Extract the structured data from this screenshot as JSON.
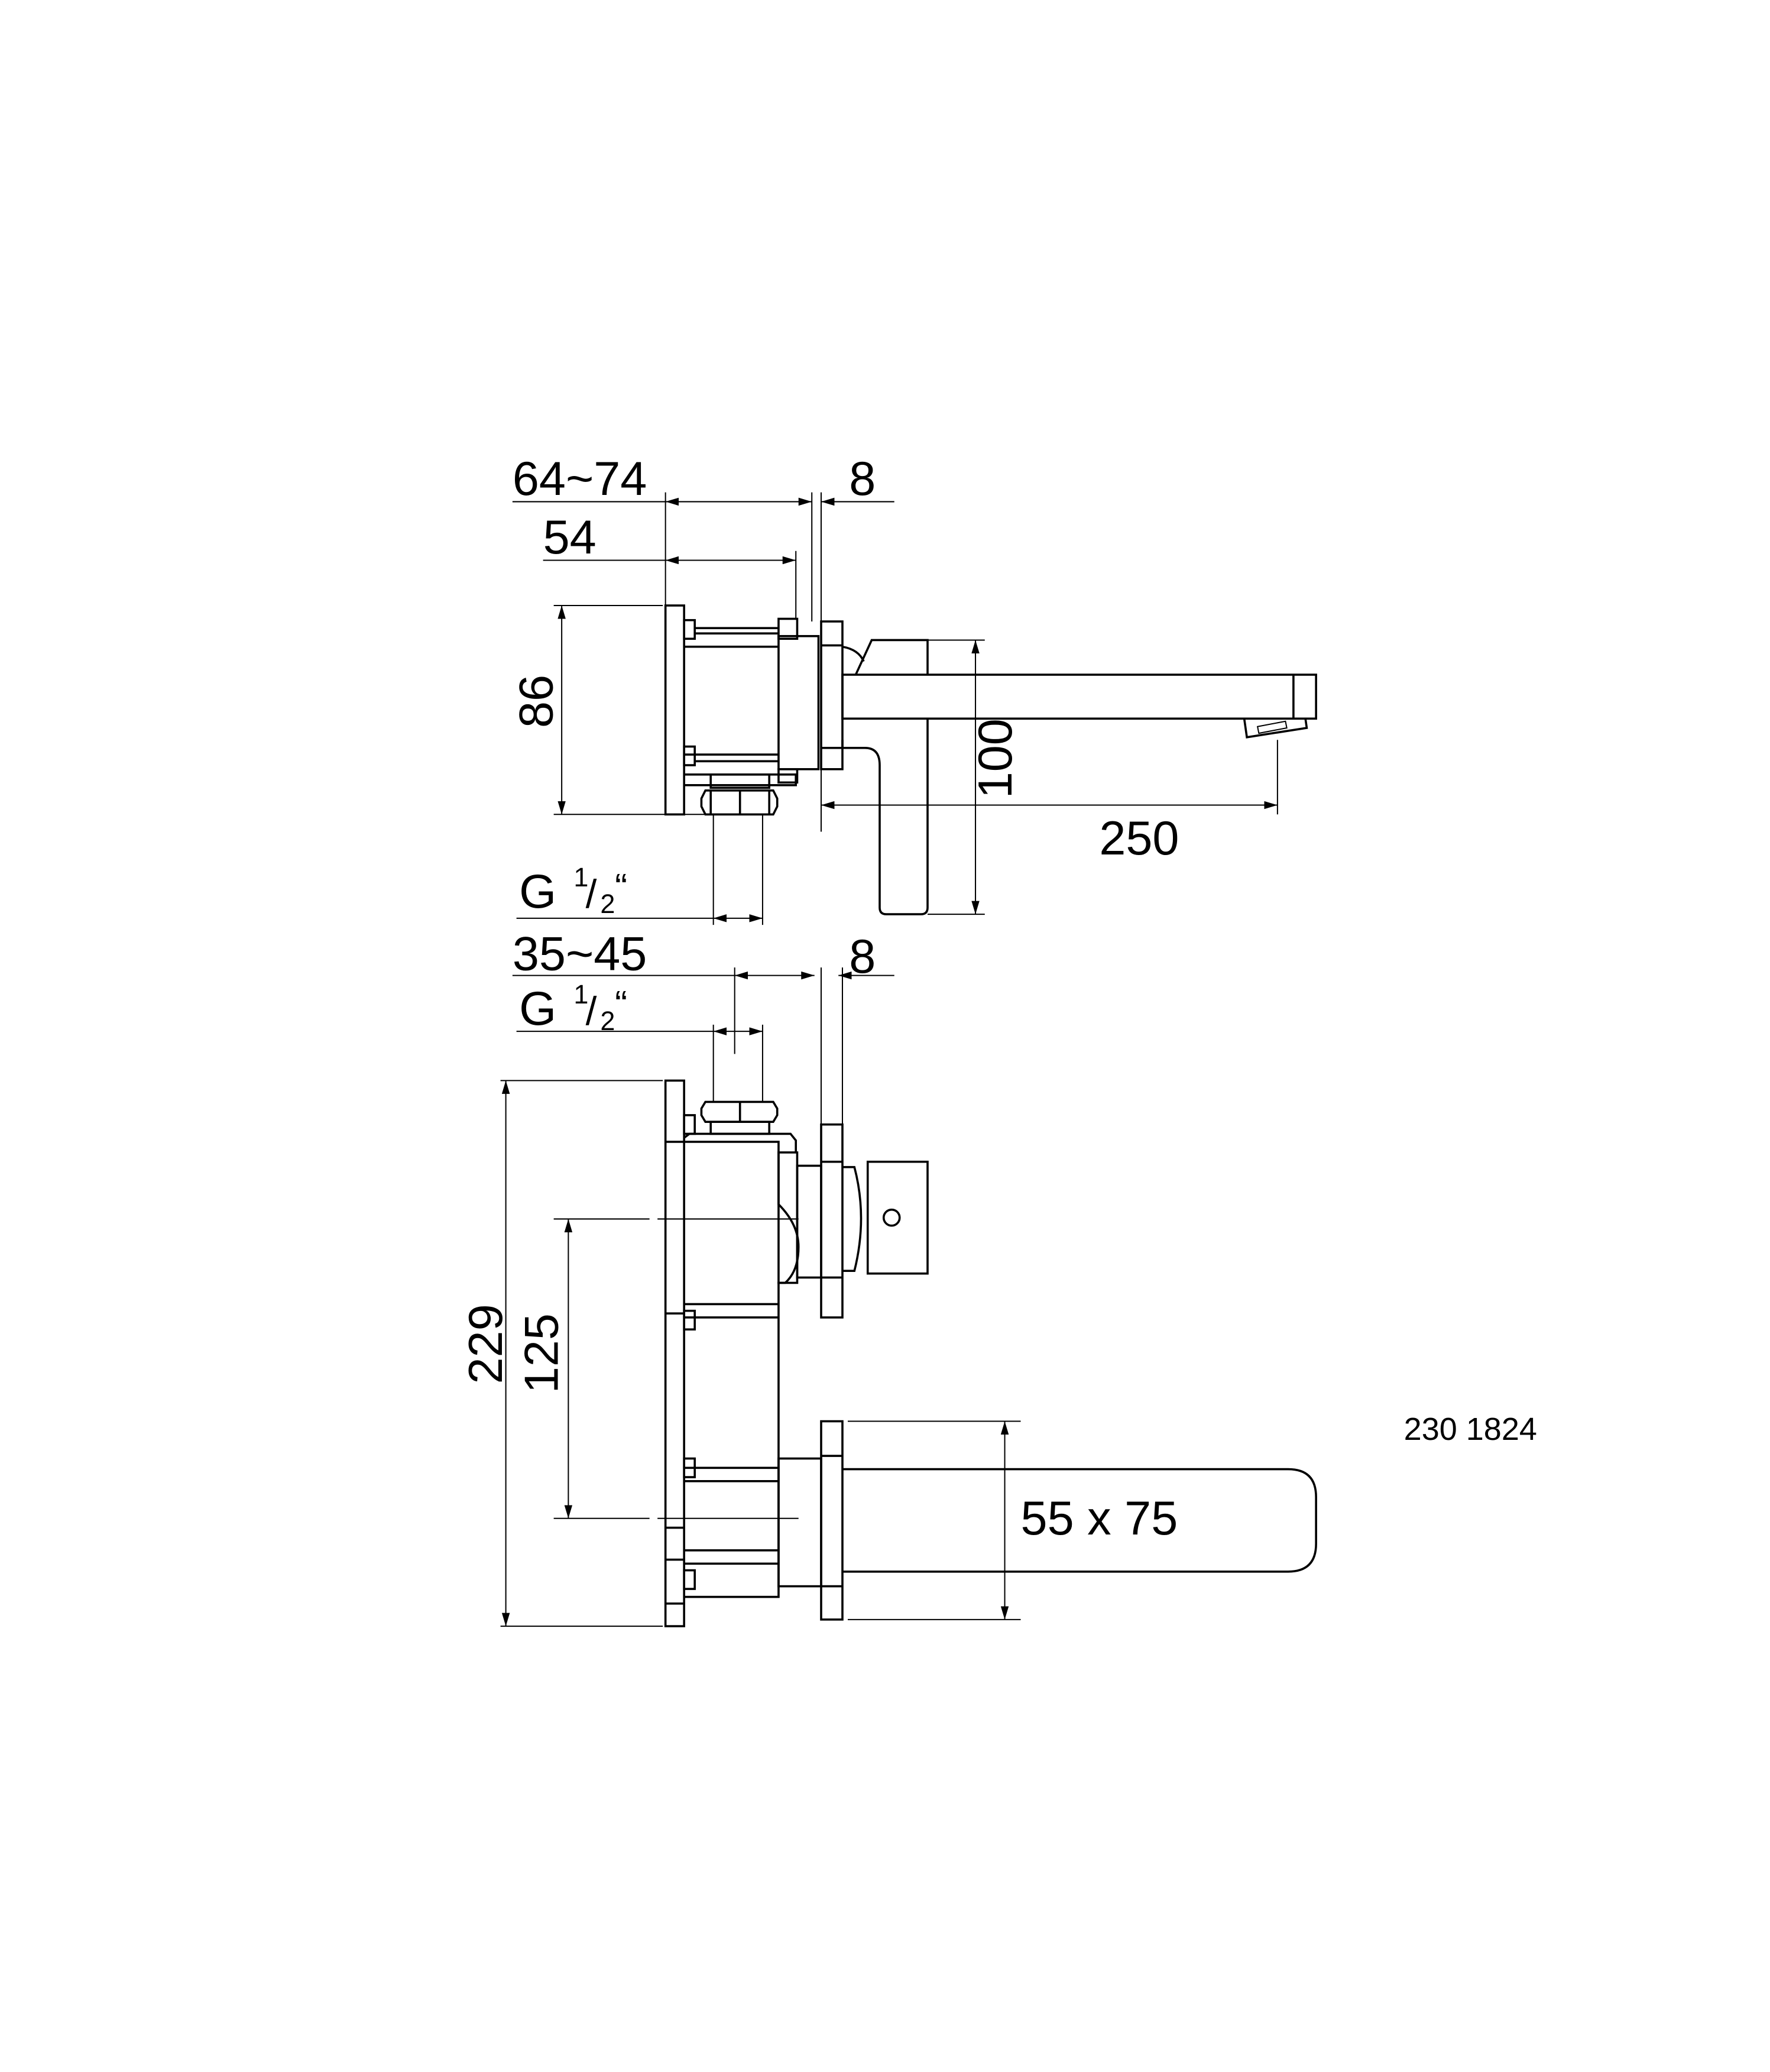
{
  "drawing_number": "230 1824",
  "side_view": {
    "depth_range": "64~74",
    "flange_thickness": "8",
    "body_depth": "54",
    "height": "86",
    "lever_height": "100",
    "spout_projection": "250",
    "connection": {
      "g": "G",
      "num": "1",
      "slash": "/",
      "den": "2",
      "quote": "“"
    }
  },
  "front_view": {
    "depth_range": "35~45",
    "flange_thickness": "8",
    "connection": {
      "g": "G",
      "num": "1",
      "slash": "/",
      "den": "2",
      "quote": "“"
    },
    "total_height": "229",
    "axis_distance": "125",
    "spout_section": "55 x 75"
  }
}
